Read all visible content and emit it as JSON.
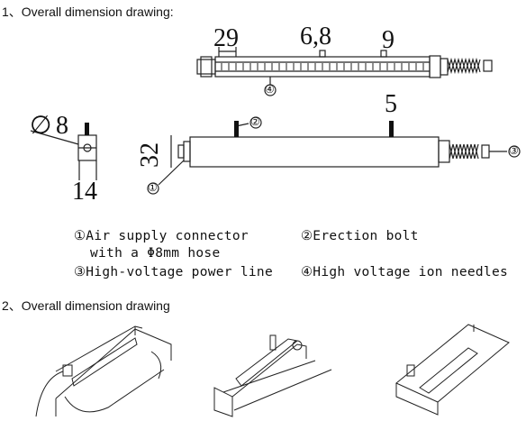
{
  "headings": {
    "section1": "1、Overall dimension drawing:",
    "section2": "2、Overall dimension drawing"
  },
  "dimensions": {
    "top_left": "29",
    "top_mid": "6,8",
    "top_right": "9",
    "side_diameter": "8",
    "side_width": "14",
    "side_height": "32",
    "bolt_offset": "5"
  },
  "callouts": {
    "c1": "①",
    "c2": "②",
    "c3": "③",
    "c4": "④"
  },
  "legend": {
    "item1_line1": "①Air supply connector",
    "item1_line2": "with a Φ8mm hose",
    "item2": "②Erection bolt",
    "item3": "③High-voltage power line",
    "item4": "④High voltage ion needles"
  }
}
